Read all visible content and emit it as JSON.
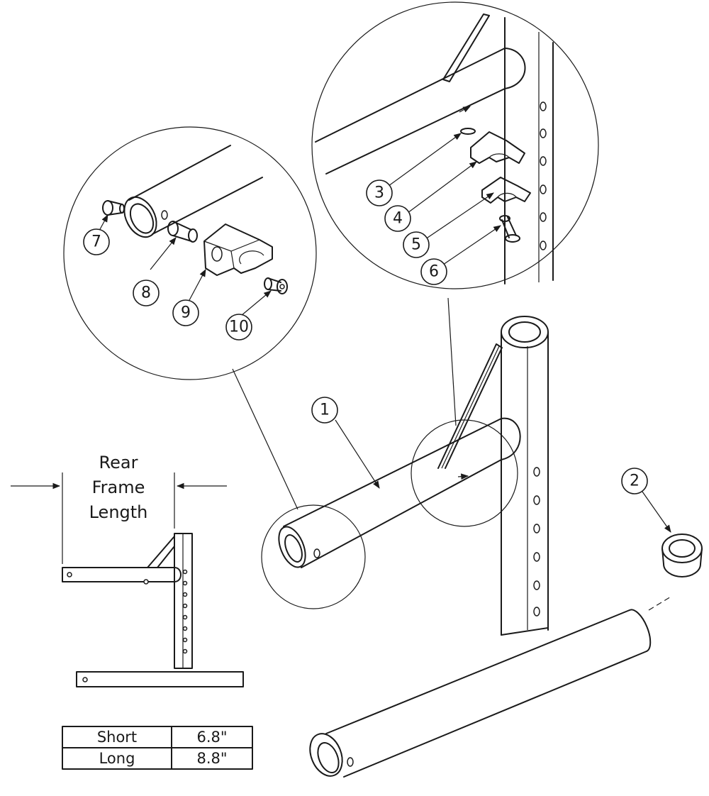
{
  "callouts": [
    "1",
    "2",
    "3",
    "4",
    "5",
    "6",
    "7",
    "8",
    "9",
    "10"
  ],
  "dimension": {
    "line1": "Rear",
    "line2": "Frame",
    "line3": "Length"
  },
  "length_table": {
    "rows": [
      {
        "name": "Short",
        "value": "6.8\""
      },
      {
        "name": "Long",
        "value": "8.8\""
      }
    ]
  }
}
